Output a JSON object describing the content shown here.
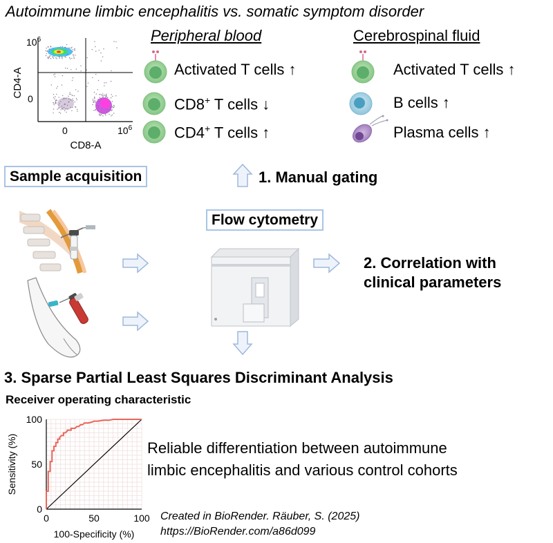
{
  "title": "Autoimmune limbic encephalitis vs. somatic symptom disorder",
  "flow_plot": {
    "y_axis_label": "CD4-A",
    "x_axis_label": "CD8-A",
    "y_ticks": [
      "10",
      "0"
    ],
    "y_tick_exp": "6",
    "x_ticks": [
      "0",
      "10"
    ],
    "x_tick_exp": "6"
  },
  "peripheral_blood": {
    "heading": "Peripheral blood",
    "items": [
      {
        "name": "Activated T cells",
        "sup": "",
        "arrow": "↑"
      },
      {
        "name": "CD8",
        "sup": "+",
        "rest": " T cells",
        "arrow": "↓"
      },
      {
        "name": "CD4",
        "sup": "+",
        "rest": " T cells",
        "arrow": "↑"
      }
    ]
  },
  "csf": {
    "heading": "Cerebrospinal fluid",
    "items": [
      {
        "name": "Activated T cells",
        "arrow": "↑"
      },
      {
        "name": "B cells",
        "arrow": "↑"
      },
      {
        "name": "Plasma cells",
        "arrow": "↑"
      }
    ]
  },
  "steps": {
    "sample_acquisition": "Sample acquisition",
    "manual_gating": "1. Manual gating",
    "flow_cytometry": "Flow cytometry",
    "correlation_line1": "2. Correlation with",
    "correlation_line2": "clinical parameters",
    "splsda": "3. Sparse Partial Least Squares Discriminant Analysis"
  },
  "roc": {
    "heading": "Receiver operating characteristic",
    "y_axis_label": "Sensitivity (%)",
    "x_axis_label": "100-Specificity (%)",
    "y_ticks": [
      "100",
      "50",
      "0"
    ],
    "x_ticks": [
      "0",
      "50",
      "100"
    ]
  },
  "conclusion_line1": "Reliable differentiation between autoimmune",
  "conclusion_line2": "limbic  encephalitis and various control cohorts",
  "credit_line1": "Created in BioRender. Räuber, S. (2025)",
  "credit_line2": "https://BioRender.com/a86d099",
  "colors": {
    "arrow_fill": "#eef3fb",
    "arrow_stroke": "#9db8dc",
    "box_border": "#a8c4e6",
    "t_cell_fill": "#9fd49c",
    "t_cell_core": "#5cae6a",
    "b_cell_fill": "#a7d3e6",
    "b_cell_core": "#4a9ec0",
    "plasma_cell": "#b391c8",
    "roc_curve": "#e8665a",
    "roc_grid": "#f1dede"
  },
  "chart_data": {
    "type": "line",
    "title": "Receiver operating characteristic",
    "xlabel": "100-Specificity (%)",
    "ylabel": "Sensitivity (%)",
    "xlim": [
      0,
      100
    ],
    "ylim": [
      0,
      100
    ],
    "grid": true,
    "series": [
      {
        "x": [
          0,
          0,
          2,
          2,
          4,
          4,
          6,
          6,
          8,
          8,
          10,
          10,
          12,
          12,
          14,
          14,
          16,
          18,
          18,
          20,
          22,
          22,
          26,
          26,
          30,
          32,
          34,
          36,
          38,
          40,
          44,
          48,
          50,
          54,
          60,
          66,
          70,
          80,
          90,
          100
        ],
        "y": [
          0,
          20,
          20,
          42,
          42,
          53,
          53,
          65,
          65,
          70,
          70,
          74,
          74,
          78,
          78,
          80,
          82,
          82,
          85,
          85,
          87,
          88,
          88,
          90,
          90,
          92,
          92,
          94,
          94,
          96,
          96,
          97,
          98,
          98,
          99,
          99,
          100,
          100,
          100,
          100
        ]
      },
      {
        "x": [
          0,
          100
        ],
        "y": [
          0,
          100
        ]
      }
    ]
  }
}
